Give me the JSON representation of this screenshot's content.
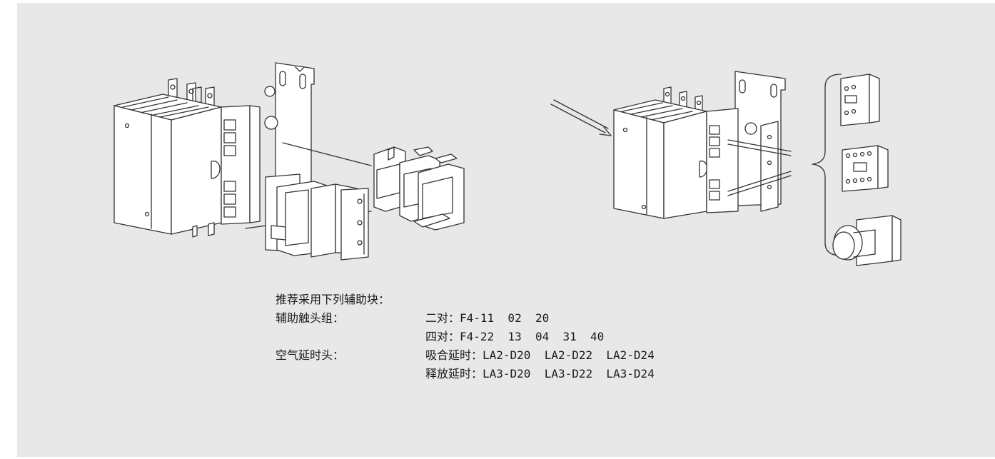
{
  "spec": {
    "heading": "推荐采用下列辅助块：",
    "rows": [
      {
        "label": "辅助触头组：",
        "value": "二对：F4-11  02  20"
      },
      {
        "label": "",
        "value": "四对：F4-22  13  04  31  40"
      },
      {
        "label": "空气延时头：",
        "value": "吸合延时：LA2-D20  LA2-D22  LA2-D24"
      },
      {
        "label": "",
        "value": "释放延时：LA3-D20  LA3-D22  LA3-D24"
      }
    ]
  },
  "colors": {
    "background": "#e8e8e8",
    "panel": "#ffffff",
    "line": "#333333"
  }
}
